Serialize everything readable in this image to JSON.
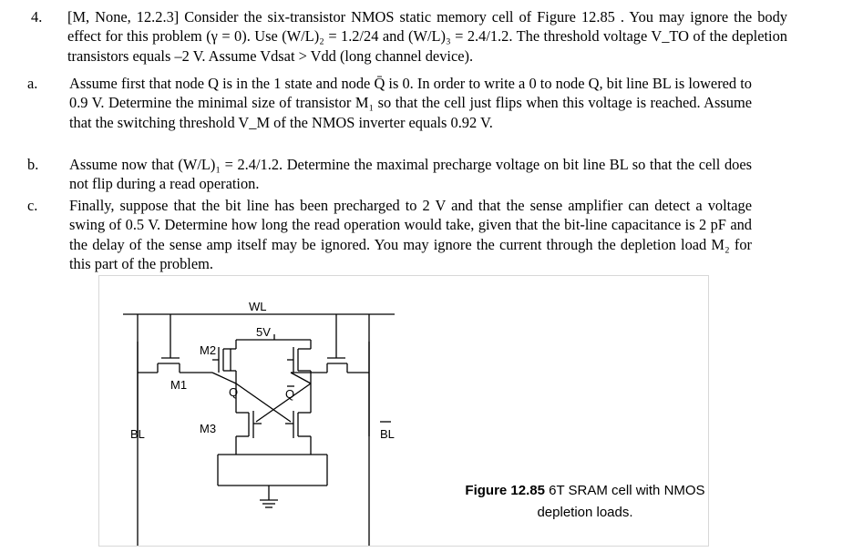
{
  "problem": {
    "number": "4.",
    "intro": "[M, None, 12.2.3] Consider the six-transistor NMOS static memory cell of Figure 12.85 . You may ignore the body effect for this problem (γ = 0). Use (W/L)₂ = 1.2/24 and (W/L)₃ = 2.4/1.2. The threshold voltage V_TO of the depletion transistors equals –2 V. Assume Vdsat > Vdd (long channel device)."
  },
  "parts": [
    {
      "label": "a.",
      "text": "Assume first that node Q is in the 1 state and node Q̄ is 0. In order to write a 0 to node Q, bit line BL is lowered to 0.9 V. Determine the minimal size of transistor M₁ so that the cell just flips when this voltage is reached. Assume that the switching threshold V_M of the NMOS inverter equals 0.92 V."
    },
    {
      "label": "b.",
      "text": "Assume now that (W/L)₁ = 2.4/1.2. Determine the maximal precharge voltage on bit line BL so that the cell does not flip during a read operation."
    },
    {
      "label": "c.",
      "text": "Finally, suppose that the bit line has been precharged to 2 V and that the sense amplifier can detect a voltage swing of 0.5 V. Determine how long the read operation would take, given that the bit-line capacitance is 2 pF and the delay of the sense amp itself may be ignored. You may ignore the current through the depletion load M₂ for this part of the problem."
    }
  ],
  "figure": {
    "caption_bold": "Figure 12.85",
    "caption_text": "6T SRAM cell with NMOS depletion loads.",
    "labels": {
      "wl": "WL",
      "vdd": "5V",
      "m2": "M2",
      "m1": "M1",
      "m3": "M3",
      "q": "Q",
      "qbar": "Q",
      "bl": "BL",
      "blbar": "BL"
    }
  }
}
